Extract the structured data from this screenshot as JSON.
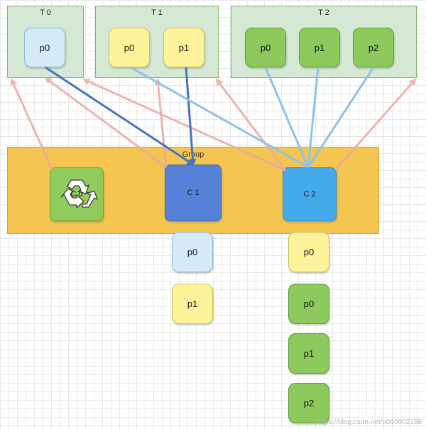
{
  "topics": [
    {
      "label": "T 0",
      "partitions": [
        "p0"
      ]
    },
    {
      "label": "T 1",
      "partitions": [
        "p0",
        "p1"
      ]
    },
    {
      "label": "T 2",
      "partitions": [
        "p0",
        "p1",
        "p2"
      ]
    }
  ],
  "group": {
    "label": "Group",
    "consumers": [
      {
        "label": "C 0",
        "icon": "recycle-icon",
        "color": "#91cb5b"
      },
      {
        "label": "C 1",
        "color": "#5582d6"
      },
      {
        "label": "C 2",
        "color": "#45aaea"
      }
    ]
  },
  "assigned": {
    "c1": [
      "p0",
      "p1"
    ],
    "c2": [
      "p0",
      "p0",
      "p1",
      "p2"
    ]
  },
  "colors": {
    "subscribe_arrow": "#e8a9a4",
    "c1_link": "#4572c4",
    "c2_link": "#8fc2e8"
  },
  "watermark": "https://blog.csdn.net/u010002158"
}
